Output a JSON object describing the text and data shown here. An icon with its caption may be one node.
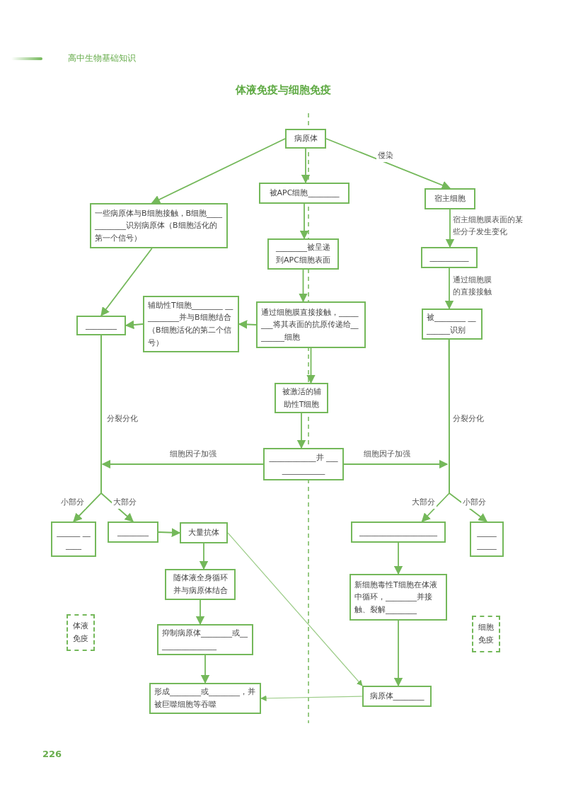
{
  "diagram": {
    "title": "体液免疫与细胞免疫",
    "nodes": [
      {
        "text": [
          "病原体"
        ]
      },
      {
        "text": [
          "被APC细胞________"
        ]
      },
      {
        "text": [
          "宿主细胞"
        ]
      },
      {
        "text": [
          "一些病原体与B细胞接触，B细胞____________识别病原体（B细胞活化的第一个信号）"
        ]
      },
      {
        "text": [
          "________被呈递到APC细胞表面"
        ]
      },
      {
        "text": [
          "__________"
        ]
      },
      {
        "text": [
          "辅助性T细胞________ __________并与B细胞结合（B细胞活化的第二个信号）"
        ]
      },
      {
        "text": [
          "通过细胞膜直接接触，________将其表面的抗原传递给________细胞"
        ]
      },
      {
        "text": [
          "________"
        ]
      },
      {
        "text": [
          "被________ ________识别"
        ]
      },
      {
        "text": [
          "被激活的辅助性T细胞"
        ]
      },
      {
        "text": [
          "____________井 ______________"
        ]
      },
      {
        "text": [
          "______ ______"
        ]
      },
      {
        "text": [
          "________"
        ]
      },
      {
        "text": [
          "大量抗体"
        ]
      },
      {
        "text": [
          "____________________"
        ]
      },
      {
        "text": [
          "_____ _____"
        ]
      },
      {
        "text": [
          "随体液全身循环并与病原体结合"
        ]
      },
      {
        "text": [
          "新细胞毒性T细胞在体液中循环，________并接触、裂解________"
        ]
      },
      {
        "text": [
          "体液免疫"
        ]
      },
      {
        "text": [
          "抑制病原体________或________________"
        ]
      },
      {
        "text": [
          "细胞免疫"
        ]
      },
      {
        "text": [
          "形成________或________，并被巨噬细胞等吞噬"
        ]
      },
      {
        "text": [
          "病原体________"
        ]
      }
    ],
    "edges": [
      {
        "from": 0,
        "to": 1,
        "arrow": "to"
      },
      {
        "from": 0,
        "to": 3,
        "arrow": "to"
      },
      {
        "from": 0,
        "to": 2,
        "arrow": "to",
        "label": "侵染"
      },
      {
        "from": 1,
        "to": 4,
        "arrow": "to"
      },
      {
        "from": 4,
        "to": 7,
        "arrow": "to"
      },
      {
        "from": 7,
        "to": 10,
        "arrow": "to"
      },
      {
        "from": 10,
        "to": 11,
        "arrow": "to"
      },
      {
        "from": 2,
        "to": 5,
        "arrow": "to",
        "label": "宿主细胞膜表面的某些分子发生变化"
      },
      {
        "from": 5,
        "to": 9,
        "arrow": "to",
        "label": "通过细胞膜的直接接触"
      },
      {
        "from": 3,
        "to": 8,
        "arrow": "to"
      },
      {
        "from": 7,
        "to": 6,
        "arrow": "to"
      },
      {
        "from": 6,
        "to": 8,
        "arrow": "to"
      },
      {
        "from": 8,
        "to": 12,
        "arrow": "to",
        "label": "小部分"
      },
      {
        "from": 8,
        "to": 13,
        "arrow": "to",
        "label": "大部分"
      },
      {
        "from": 11,
        "to": null,
        "arrow": "to",
        "label": "细胞因子加强"
      },
      {
        "from": 11,
        "to": null,
        "arrow": "to",
        "label": "细胞因子加强"
      },
      {
        "from": 9,
        "to": 15,
        "arrow": "to",
        "label": "大部分"
      },
      {
        "from": 9,
        "to": 16,
        "arrow": "to",
        "label": "小部分"
      },
      {
        "from": 13,
        "to": 14,
        "arrow": "to"
      },
      {
        "from": 14,
        "to": 17,
        "arrow": "to"
      },
      {
        "from": 17,
        "to": 20,
        "arrow": "to"
      },
      {
        "from": 20,
        "to": 22,
        "arrow": "to"
      },
      {
        "from": 14,
        "to": 23,
        "arrow": "to"
      },
      {
        "from": 15,
        "to": 18,
        "arrow": "to"
      },
      {
        "from": 18,
        "to": 23,
        "arrow": "to"
      },
      {
        "from": 23,
        "to": 22,
        "arrow": "to"
      }
    ],
    "labels": [
      "高中生物基础知识",
      "分裂分化",
      "分裂分化",
      "226"
    ]
  }
}
